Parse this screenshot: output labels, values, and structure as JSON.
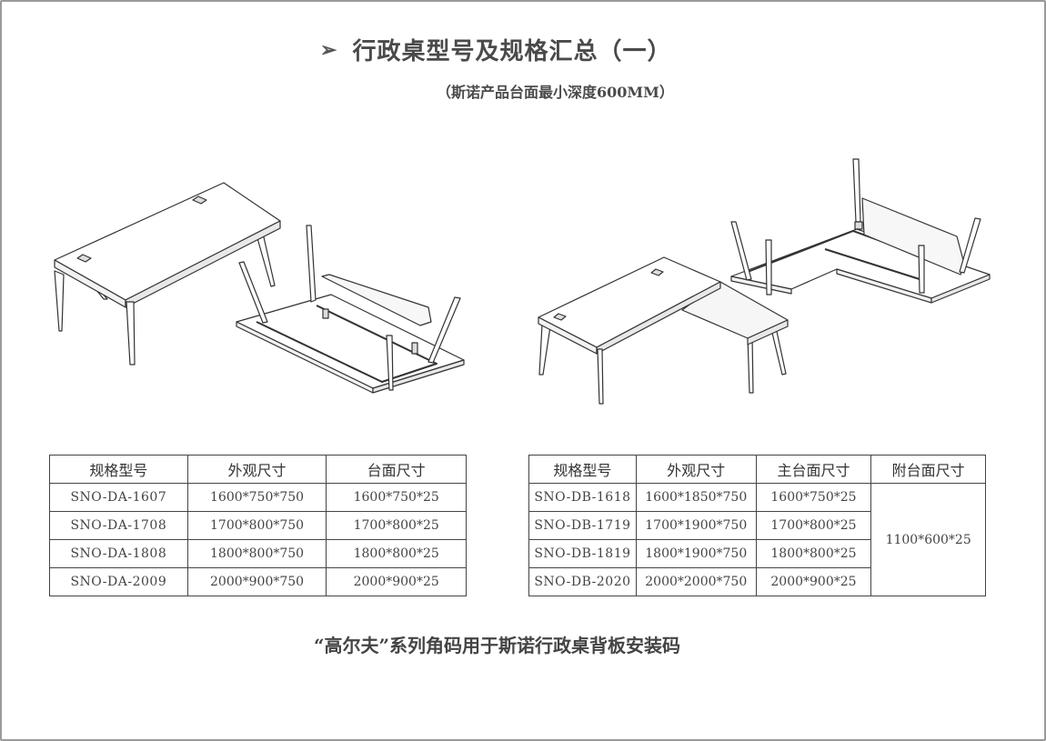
{
  "header": {
    "title": "行政桌型号及规格汇总（一）",
    "subtitle": "（斯诺产品台面最小深度600MM）"
  },
  "table_a": {
    "headers": [
      "规格型号",
      "外观尺寸",
      "台面尺寸"
    ],
    "rows": [
      [
        "SNO-DA-1607",
        "1600*750*750",
        "1600*750*25"
      ],
      [
        "SNO-DA-1708",
        "1700*800*750",
        "1700*800*25"
      ],
      [
        "SNO-DA-1808",
        "1800*800*750",
        "1800*800*25"
      ],
      [
        "SNO-DA-2009",
        "2000*900*750",
        "2000*900*25"
      ]
    ]
  },
  "table_b": {
    "headers": [
      "规格型号",
      "外观尺寸",
      "主台面尺寸",
      "附台面尺寸"
    ],
    "rows": [
      [
        "SNO-DB-1618",
        "1600*1850*750",
        "1600*750*25"
      ],
      [
        "SNO-DB-1719",
        "1700*1900*750",
        "1700*800*25"
      ],
      [
        "SNO-DB-1819",
        "1800*1900*750",
        "1800*800*25"
      ],
      [
        "SNO-DB-2020",
        "2000*2000*750",
        "2000*900*25"
      ]
    ],
    "merged_value": "1100*600*25"
  },
  "footer": {
    "note": "“高尔夫”系列角码用于斯诺行政桌背板安装码"
  }
}
